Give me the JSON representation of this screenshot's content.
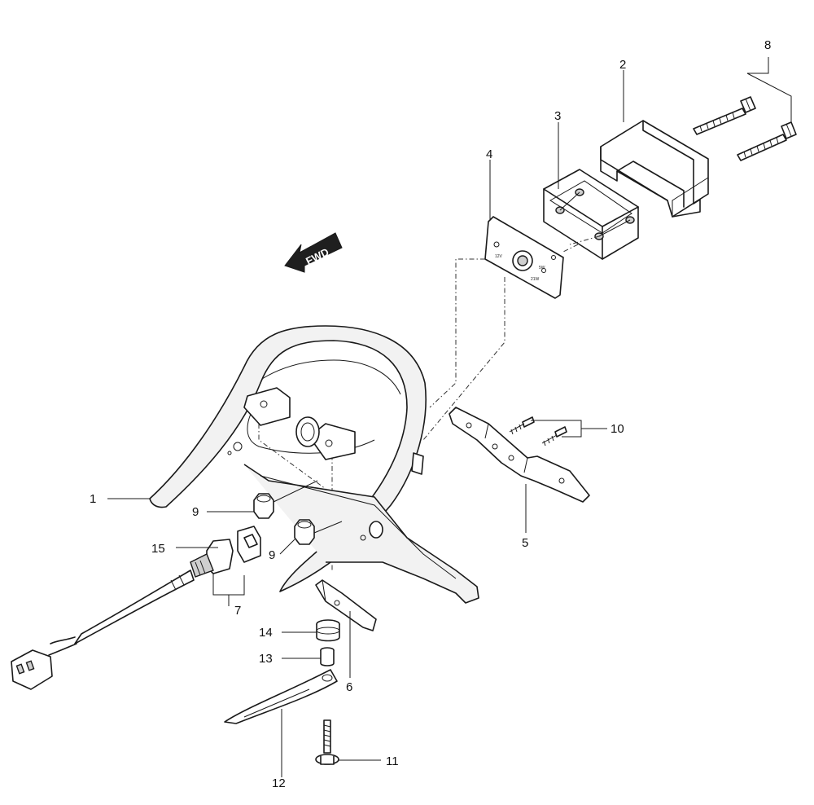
{
  "diagram": {
    "direction_label": "FWD",
    "plate_text": [
      "12V",
      "21W",
      "5W"
    ],
    "callouts": [
      {
        "id": "c1",
        "label": "1"
      },
      {
        "id": "c2",
        "label": "2"
      },
      {
        "id": "c3",
        "label": "3"
      },
      {
        "id": "c4",
        "label": "4"
      },
      {
        "id": "c5",
        "label": "5"
      },
      {
        "id": "c6",
        "label": "6"
      },
      {
        "id": "c7",
        "label": "7"
      },
      {
        "id": "c8",
        "label": "8"
      },
      {
        "id": "c9a",
        "label": "9"
      },
      {
        "id": "c9b",
        "label": "9"
      },
      {
        "id": "c10",
        "label": "10"
      },
      {
        "id": "c11",
        "label": "11"
      },
      {
        "id": "c12",
        "label": "12"
      },
      {
        "id": "c13",
        "label": "13"
      },
      {
        "id": "c14",
        "label": "14"
      },
      {
        "id": "c15",
        "label": "15"
      }
    ]
  }
}
